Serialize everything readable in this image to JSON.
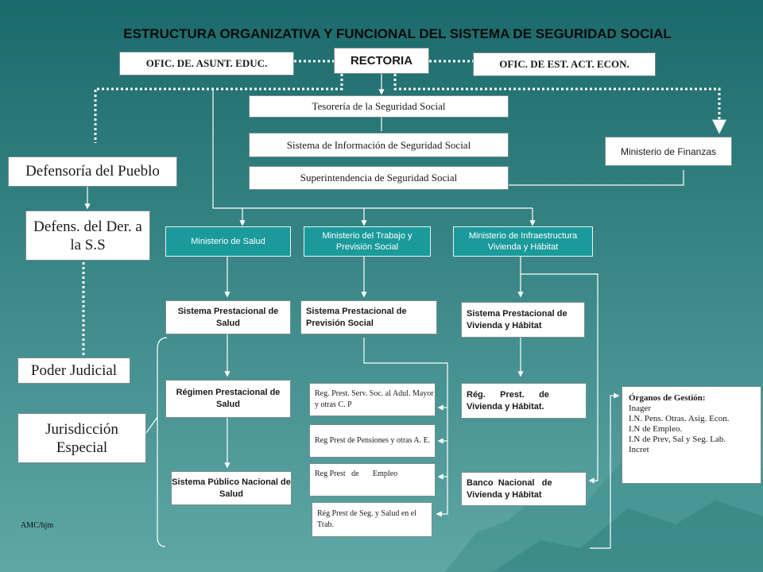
{
  "diagram": {
    "title": "ESTRUCTURA ORGANIZATIVA Y FUNCIONAL DEL SISTEMA DE SEGURIDAD SOCIAL",
    "credit": "AMC/hjm",
    "nodes": {
      "rectoria": "RECTORIA",
      "ofic_asunt_educ": "OFIC. DE. ASUNT. EDUC.",
      "ofic_est_act_econ": "OFIC. DE EST. ACT. ECON.",
      "tesoreria": "Tesorería  de la Seguridad  Social",
      "sistema_informacion": "Sistema  de Información de Seguridad Social",
      "superintendencia": "Superintendencia  de Seguridad Social",
      "ministerio_finanzas": "Ministerio de Finanzas",
      "defensoria_pueblo": "Defensoría del Pueblo",
      "defens_der": "Defens. del Der. a la S.S",
      "poder_judicial": "Poder Judicial",
      "jurisdiccion_especial": "Jurisdicción Especial",
      "ministerio_salud": "Ministerio de Salud",
      "ministerio_trabajo": "Ministerio del Trabajo y Previsión Social",
      "ministerio_infraestructura": "Ministerio de Infraestructura Vivienda y Hábitat",
      "sp_salud": "Sistema Prestacional de Salud",
      "sp_prevision": "Sistema Prestacional de Previsión Social",
      "sp_vivienda": "Sistema Prestacional de Vivienda y Hábitat",
      "regimen_salud": "Régimen Prestacional de Salud",
      "sistema_publico_salud": "Sistema Público Nacional  de Salud",
      "reg_adulto_mayor": "Reg. Prest. Serv. Soc. al Adul. Mayor  y otras C. P",
      "reg_pensiones": "Reg Prest de Pensiones y otras A.  E.",
      "reg_empleo": "Reg Prest   de       Empleo",
      "reg_salud_trabajo": "Rég Prest de Seg.  y Salud en el Trab.",
      "reg_vivienda": "Rég.      Prest.      de Vivienda y Hábitat.",
      "banco_vivienda": "Banco  Nacional   de Vivienda y Hábitat",
      "organos_gestion": {
        "heading": "Órganos de Gestión:",
        "items": [
          "Inager",
          "I.N. Pens. Otras. Asig. Econ.",
          "I.N  de Empleo.",
          "I.N de Prev, Sal  y Seg. Lab.",
          "Incret"
        ]
      }
    }
  },
  "colors": {
    "background_top": "#1b6a6b",
    "background_bottom": "#5ea7a6",
    "teal_box": "#1a9a9a",
    "line": "#ffffff"
  }
}
